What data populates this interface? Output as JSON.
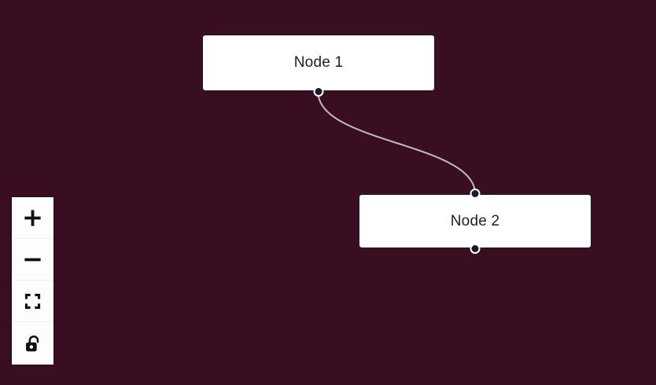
{
  "canvas": {
    "background_color": "#3a0e21"
  },
  "nodes": [
    {
      "id": "1",
      "label": "Node 1"
    },
    {
      "id": "2",
      "label": "Node 2"
    }
  ],
  "edges": [
    {
      "source": "1",
      "target": "2"
    }
  ],
  "controls": [
    {
      "name": "zoom-in",
      "icon": "plus-icon",
      "label": "zoom in"
    },
    {
      "name": "zoom-out",
      "icon": "minus-icon",
      "label": "zoom out"
    },
    {
      "name": "fit-view",
      "icon": "fit-view-icon",
      "label": "fit view"
    },
    {
      "name": "interactivity",
      "icon": "unlock-icon",
      "label": "toggle interactivity"
    }
  ],
  "colors": {
    "canvas-bg": "#3a0e21",
    "node-bg": "#ffffff",
    "node-border": "#1a192b",
    "node-text": "#1e1e1e",
    "edge-color": "#c1bac1",
    "handle-bg": "#1a192b",
    "handle-border": "#ffffff",
    "controls-bg": "#fdfdfd",
    "controls-icon": "#111111",
    "controls-separator": "#ededed"
  }
}
